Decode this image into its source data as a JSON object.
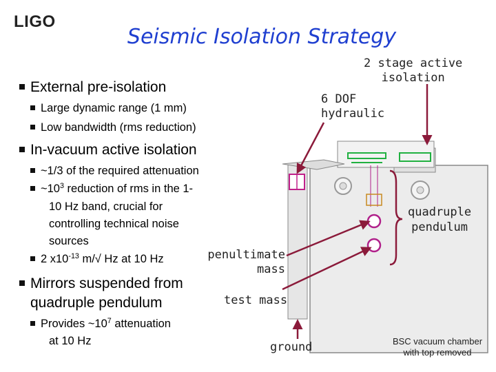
{
  "header": {
    "logo": "LIGO",
    "title": "Seismic Isolation Strategy"
  },
  "bullets": {
    "external": "External pre-isolation",
    "external_items": [
      "Large dynamic range (1 mm)",
      "Low bandwidth (rms reduction)"
    ],
    "invacuum": "In-vacuum active isolation",
    "invacuum_items": {
      "a": "~1/3 of the required attenuation",
      "b_pre": "~10",
      "b_sup": "3",
      "b_post": " reduction of rms in the 1-",
      "b_lines": [
        "10 Hz band, crucial for",
        "controlling technical noise",
        "sources"
      ],
      "c_pre": "2 x10",
      "c_sup": "-13",
      "c_post": " m/√ Hz at 10 Hz"
    },
    "mirrors": "Mirrors suspended from",
    "mirrors_line2": "quadruple pendulum",
    "mirrors_item_pre": "Provides ~10",
    "mirrors_item_sup": "7",
    "mirrors_item_post": " attenuation",
    "mirrors_item_line2": "at 10 Hz"
  },
  "labels": {
    "two_stage": [
      "2 stage active",
      "isolation"
    ],
    "six_dof": [
      "6 DOF",
      "hydraulic"
    ],
    "quadruple": [
      "quadruple",
      "pendulum"
    ],
    "penultimate": [
      "penultimate",
      "mass"
    ],
    "test_mass": "test mass",
    "ground": "ground",
    "bsc": [
      "BSC vacuum chamber",
      "with top removed"
    ]
  },
  "colors": {
    "title": "#1f3fd0",
    "arrow": "#8b1a3a",
    "optic": "#b0208a",
    "green": "#20b040",
    "chamber": "#9a9a9a"
  }
}
